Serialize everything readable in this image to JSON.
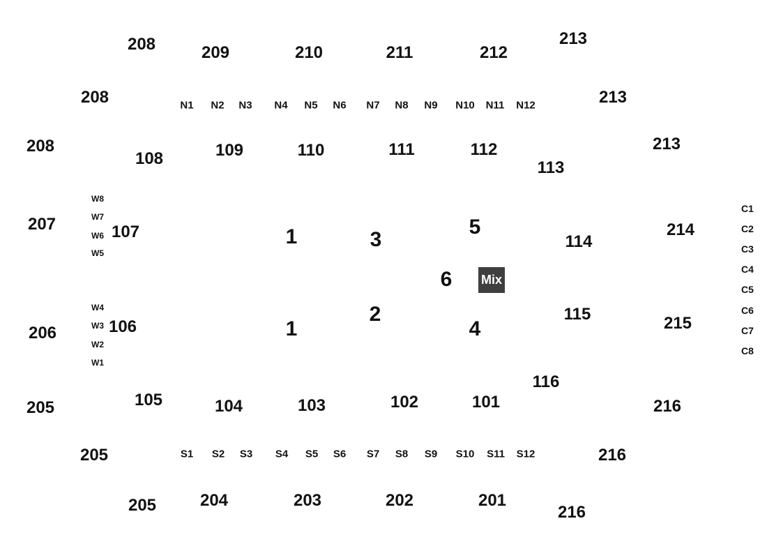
{
  "colors": {
    "background": "#ffffff",
    "text": "#111111",
    "mix_fill": "#3f3f3f",
    "mix_text": "#ffffff"
  },
  "upper_level": [
    "208",
    "209",
    "210",
    "211",
    "212",
    "213",
    "208",
    "213",
    "208",
    "213",
    "207",
    "214",
    "206",
    "215",
    "205",
    "216",
    "205",
    "216",
    "205",
    "204",
    "203",
    "202",
    "201",
    "216"
  ],
  "lower_level": [
    "108",
    "109",
    "110",
    "111",
    "112",
    "113",
    "107",
    "114",
    "106",
    "115",
    "105",
    "104",
    "103",
    "102",
    "101",
    "116"
  ],
  "north_rows": [
    "N1",
    "N2",
    "N3",
    "N4",
    "N5",
    "N6",
    "N7",
    "N8",
    "N9",
    "N10",
    "N11",
    "N12"
  ],
  "south_rows": [
    "S1",
    "S2",
    "S3",
    "S4",
    "S5",
    "S6",
    "S7",
    "S8",
    "S9",
    "S10",
    "S11",
    "S12"
  ],
  "west_rows": [
    "W8",
    "W7",
    "W6",
    "W5",
    "W4",
    "W3",
    "W2",
    "W1"
  ],
  "club_rows": [
    "C1",
    "C2",
    "C3",
    "C4",
    "C5",
    "C6",
    "C7",
    "C8"
  ],
  "floor": [
    "1",
    "3",
    "5",
    "6",
    "1",
    "2",
    "4"
  ],
  "mix_label": "Mix"
}
